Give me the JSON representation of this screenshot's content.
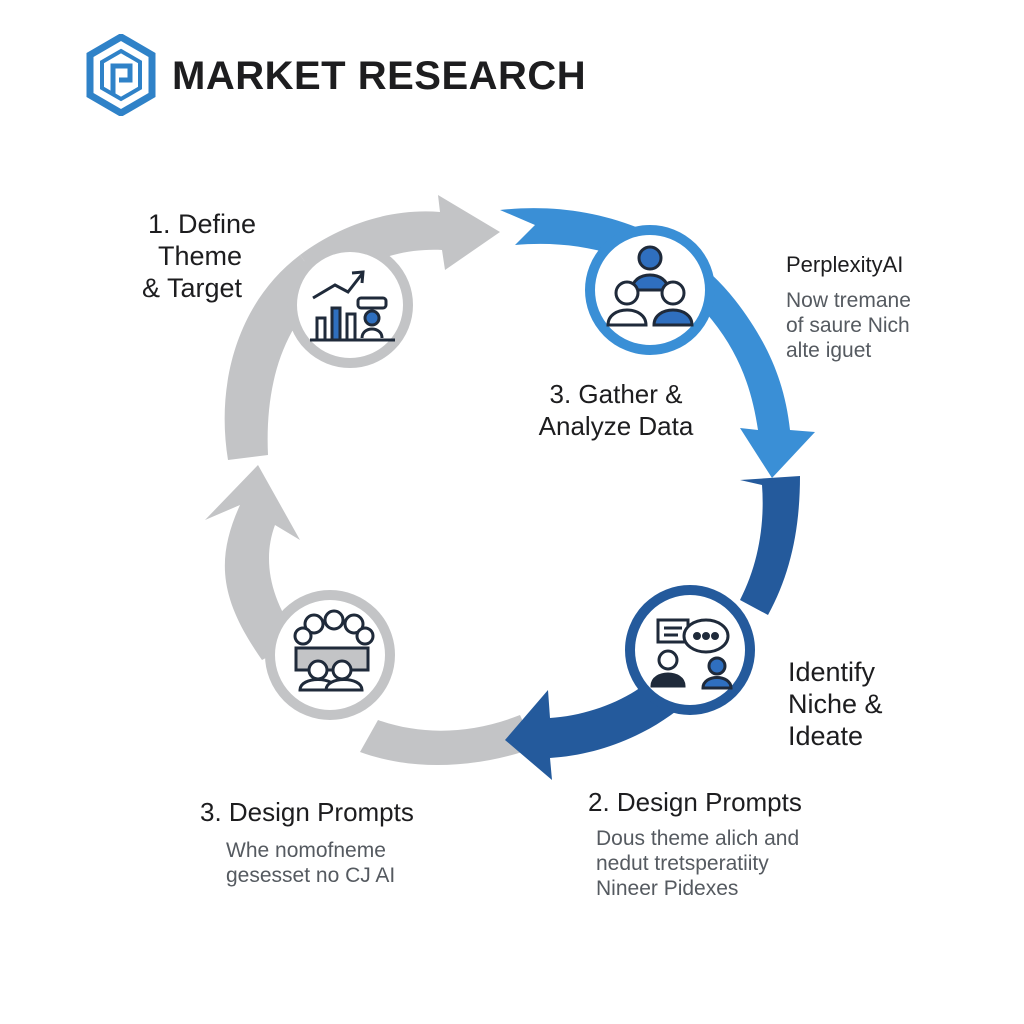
{
  "header": {
    "title": "MARKET RESEARCH",
    "logo_icon": "hexagon-logo-icon"
  },
  "colors": {
    "gray": "#c3c4c6",
    "light_blue": "#3a8fd6",
    "mid_blue": "#2f7fcf",
    "dark_blue": "#245a9c",
    "icon_dark": "#1f2a3a",
    "icon_blue": "#2f6fbf",
    "logo_blue": "#2f82c8"
  },
  "steps": {
    "define": {
      "title_lines": [
        "1. Define",
        "Theme",
        "& Target"
      ],
      "icon": "growth-chart-icon"
    },
    "gather": {
      "title_lines": [
        "3. Gather &",
        "Analyze Data"
      ],
      "icon": "team-icon"
    },
    "gather_side": {
      "brand": "PerplexityAI",
      "note_lines": [
        "Now tremane",
        "of saure Nich",
        "alte iguet"
      ]
    },
    "identify": {
      "title_lines": [
        "Identify",
        "Niche &",
        "Ideate"
      ],
      "icon": "chat-bubble-icon"
    },
    "design_right": {
      "title": "2. Design Prompts",
      "note_lines": [
        "Dous theme alich and",
        "nedut tretsperatiity",
        "Nineer Pidexes"
      ]
    },
    "design_left": {
      "title": "3. Design Prompts",
      "note_lines": [
        "Whe nomofneme",
        "gesesset no CJ AI"
      ],
      "icon": "audience-group-icon"
    }
  }
}
